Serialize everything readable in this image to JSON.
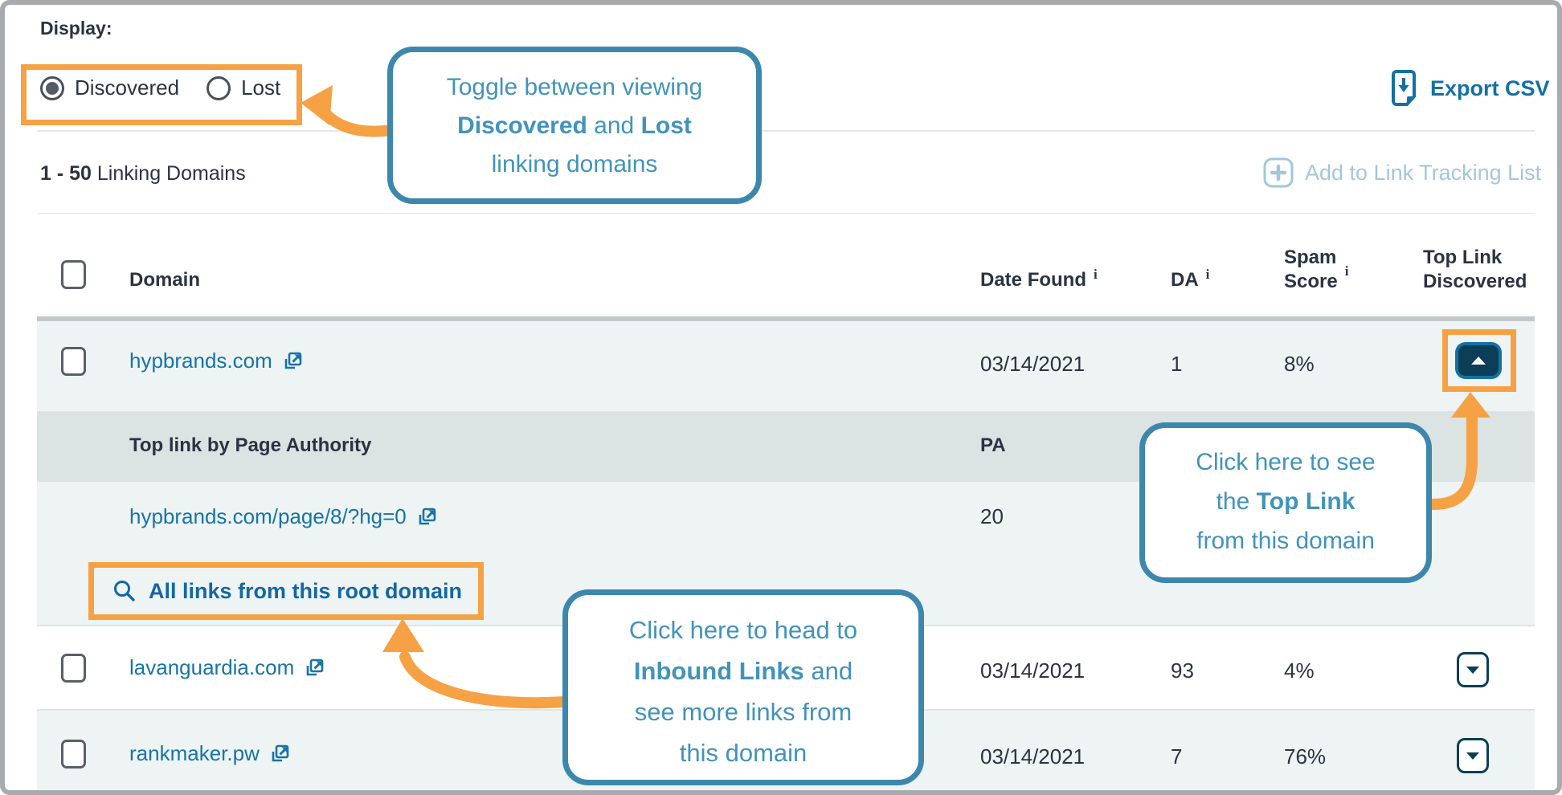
{
  "display": {
    "label": "Display:",
    "options": [
      {
        "label": "Discovered",
        "selected": true
      },
      {
        "label": "Lost",
        "selected": false
      }
    ]
  },
  "toolbar": {
    "export_csv": "Export CSV",
    "add_to_tracking": "Add to Link Tracking List"
  },
  "summary": {
    "range": "1 - 50",
    "label": "Linking Domains"
  },
  "table": {
    "headers": {
      "domain": "Domain",
      "date_found": "Date Found",
      "da": "DA",
      "spam_line1": "Spam",
      "spam_line2": "Score",
      "top_link_line1": "Top Link",
      "top_link_line2": "Discovered",
      "info_glyph": "i"
    }
  },
  "expanded_row": {
    "domain": "hypbrands.com",
    "date_found": "03/14/2021",
    "da": "1",
    "spam_score": "8%",
    "sub_header": "Top link by Page Authority",
    "pa_label": "PA",
    "top_link_url": "hypbrands.com/page/8/?hg=0",
    "pa_value": "20",
    "all_links_label": "All links from this root domain"
  },
  "rows": [
    {
      "domain": "lavanguardia.com",
      "date_found": "03/14/2021",
      "da": "93",
      "spam_score": "4%"
    },
    {
      "domain": "rankmaker.pw",
      "date_found": "03/14/2021",
      "da": "7",
      "spam_score": "76%"
    }
  ],
  "callouts": {
    "toggle": {
      "l1": "Toggle between viewing",
      "l2a": "Discovered",
      "l2b": " and ",
      "l2c": "Lost",
      "l3": "linking domains"
    },
    "top_link": {
      "l1": "Click here to see",
      "l2a": "the ",
      "l2b": "Top Link",
      "l3": "from this domain"
    },
    "inbound": {
      "l1": "Click here to head to",
      "l2a": "Inbound Links",
      "l2b": " and",
      "l3": "see more links from",
      "l4": "this domain"
    }
  },
  "colors": {
    "accent_orange": "#F6A144",
    "callout_blue": "#3D87AC",
    "link_blue": "#1873A6",
    "dark_navy": "#2B3342",
    "row_teal_bg": "#EDF4F3",
    "subheader_bg": "#DCE3E3",
    "expanded_bar": "#0A3B50",
    "muted_blue": "#A3C6DC",
    "button_dark": "#0C3E57"
  }
}
